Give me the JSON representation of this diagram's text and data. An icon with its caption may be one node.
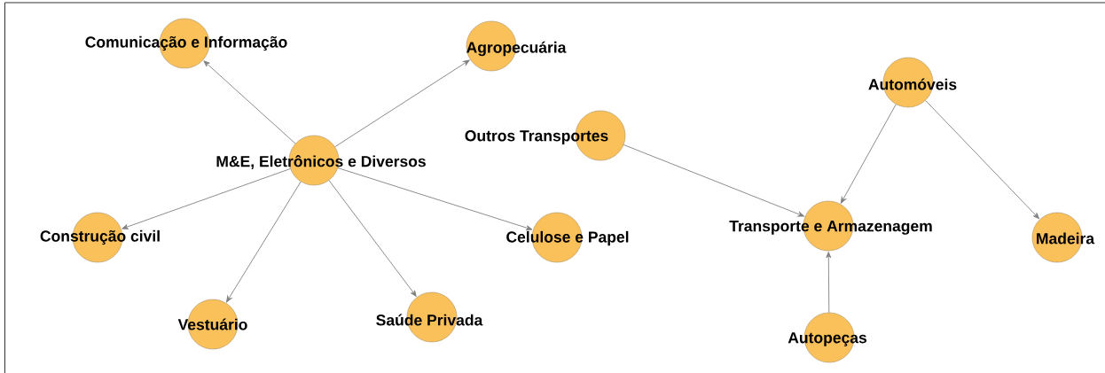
{
  "diagram": {
    "nodes": [
      {
        "text": [
          "Comunicação e Informação"
        ]
      },
      {
        "text": [
          "Agropecuária"
        ]
      },
      {
        "text": [
          "M&E, Eletrônicos e Diversos"
        ]
      },
      {
        "text": [
          "Outros Transportes"
        ]
      },
      {
        "text": [
          "Automóveis"
        ]
      },
      {
        "text": [
          "Construção civil"
        ]
      },
      {
        "text": [
          "Celulose e Papel"
        ]
      },
      {
        "text": [
          "Transporte e Armazenagem"
        ]
      },
      {
        "text": [
          "Madeira"
        ]
      },
      {
        "text": [
          "Vestuário"
        ]
      },
      {
        "text": [
          "Saúde Privada"
        ]
      },
      {
        "text": [
          "Autopeças"
        ]
      }
    ],
    "edges": [
      {
        "from": 2,
        "to": 0,
        "arrow": "to"
      },
      {
        "from": 2,
        "to": 1,
        "arrow": "to"
      },
      {
        "from": 2,
        "to": 5,
        "arrow": "to"
      },
      {
        "from": 2,
        "to": 9,
        "arrow": "to"
      },
      {
        "from": 2,
        "to": 10,
        "arrow": "to"
      },
      {
        "from": 2,
        "to": 6,
        "arrow": "to"
      },
      {
        "from": 3,
        "to": 7,
        "arrow": "to"
      },
      {
        "from": 4,
        "to": 7,
        "arrow": "to"
      },
      {
        "from": 4,
        "to": 8,
        "arrow": "to"
      },
      {
        "from": 11,
        "to": 7,
        "arrow": "to"
      }
    ]
  }
}
